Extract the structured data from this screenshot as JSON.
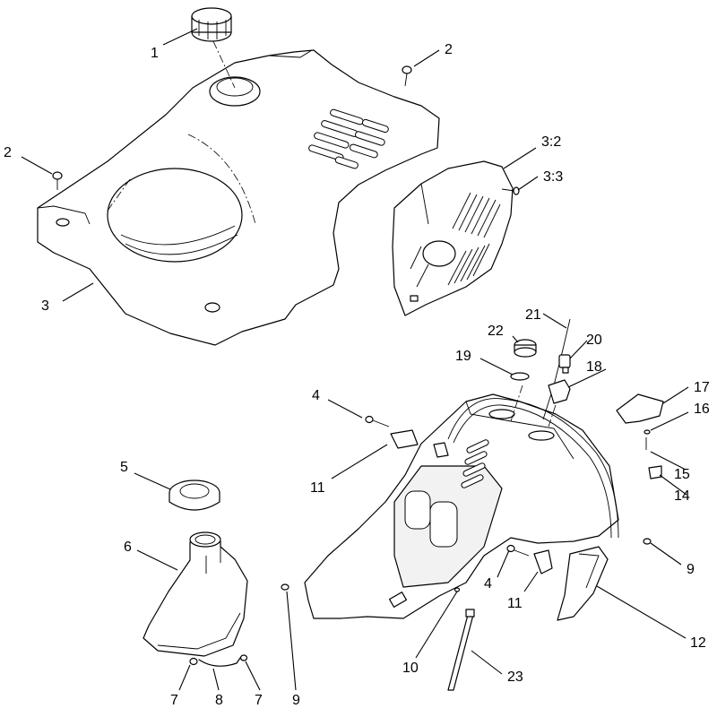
{
  "callouts": [
    {
      "id": "c1",
      "label": "1"
    },
    {
      "id": "c2a",
      "label": "2"
    },
    {
      "id": "c2b",
      "label": "2"
    },
    {
      "id": "c32",
      "label": "3:2"
    },
    {
      "id": "c33",
      "label": "3:3"
    },
    {
      "id": "c3",
      "label": "3"
    },
    {
      "id": "c21",
      "label": "21"
    },
    {
      "id": "c22",
      "label": "22"
    },
    {
      "id": "c20",
      "label": "20"
    },
    {
      "id": "c19",
      "label": "19"
    },
    {
      "id": "c18",
      "label": "18"
    },
    {
      "id": "c17",
      "label": "17"
    },
    {
      "id": "c16",
      "label": "16"
    },
    {
      "id": "c4a",
      "label": "4"
    },
    {
      "id": "c11a",
      "label": "11"
    },
    {
      "id": "c15",
      "label": "15"
    },
    {
      "id": "c14",
      "label": "14"
    },
    {
      "id": "c5",
      "label": "5"
    },
    {
      "id": "c6",
      "label": "6"
    },
    {
      "id": "c9a",
      "label": "9"
    },
    {
      "id": "c4b",
      "label": "4"
    },
    {
      "id": "c11b",
      "label": "11"
    },
    {
      "id": "c12",
      "label": "12"
    },
    {
      "id": "c10",
      "label": "10"
    },
    {
      "id": "c7a",
      "label": "7"
    },
    {
      "id": "c8",
      "label": "8"
    },
    {
      "id": "c7b",
      "label": "7"
    },
    {
      "id": "c9b",
      "label": "9"
    },
    {
      "id": "c23",
      "label": "23"
    }
  ]
}
